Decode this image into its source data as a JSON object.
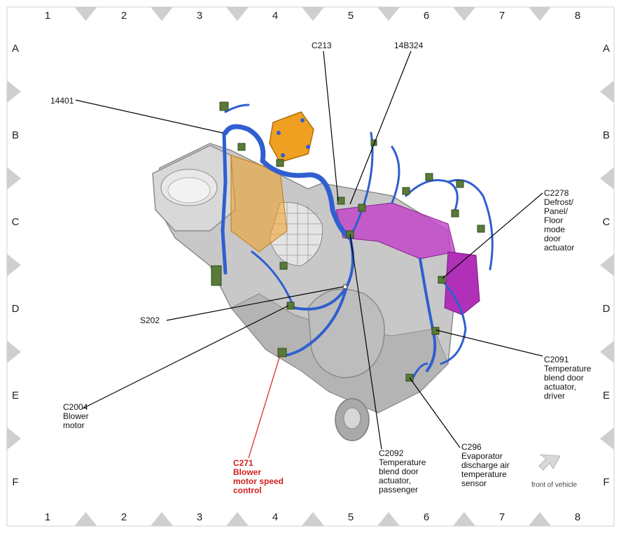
{
  "grid": {
    "columns": [
      "1",
      "2",
      "3",
      "4",
      "5",
      "6",
      "7",
      "8"
    ],
    "rows": [
      "A",
      "B",
      "C",
      "D",
      "E",
      "F"
    ]
  },
  "callouts": [
    {
      "id": "14401",
      "lines": [
        "14401"
      ],
      "color": "black"
    },
    {
      "id": "C213",
      "lines": [
        "C213"
      ],
      "color": "black"
    },
    {
      "id": "14B324",
      "lines": [
        "14B324"
      ],
      "color": "black"
    },
    {
      "id": "C2278",
      "lines": [
        "C2278",
        "Defrost/",
        "Panel/",
        "Floor",
        "mode",
        "door",
        "actuator"
      ],
      "color": "black"
    },
    {
      "id": "S202",
      "lines": [
        "S202"
      ],
      "color": "black"
    },
    {
      "id": "C2091",
      "lines": [
        "C2091",
        "Temperature",
        "blend door",
        "actuator,",
        "driver"
      ],
      "color": "black"
    },
    {
      "id": "C2004",
      "lines": [
        "C2004",
        "Blower",
        "motor"
      ],
      "color": "black"
    },
    {
      "id": "C271",
      "lines": [
        "C271",
        "Blower",
        "motor speed",
        "control"
      ],
      "color": "red"
    },
    {
      "id": "C2092",
      "lines": [
        "C2092",
        "Temperature",
        "blend door",
        "actuator,",
        "passenger"
      ],
      "color": "black"
    },
    {
      "id": "C296",
      "lines": [
        "C296",
        "Evaporator",
        "discharge air",
        "temperature",
        "sensor"
      ],
      "color": "black"
    }
  ],
  "orientation": {
    "label": "front of vehicle"
  },
  "colors": {
    "harness": "#2f5fd0",
    "module_orange": "#f0a020",
    "duct_magenta": "#c040c8",
    "housing_gray": "#c8c8c8",
    "connector_green": "#5a7a3a",
    "callout_red": "#d21f1f"
  }
}
